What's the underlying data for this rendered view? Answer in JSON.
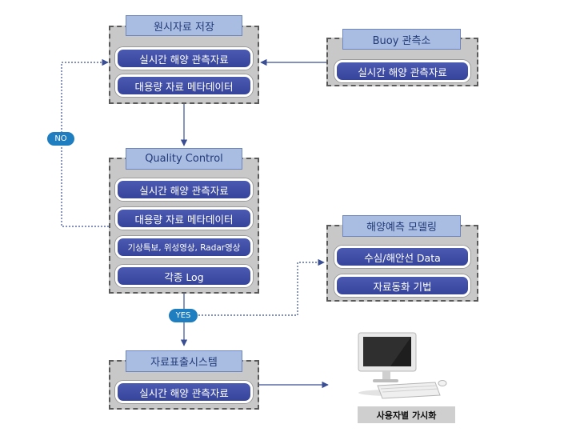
{
  "raw_storage": {
    "title": "원시자료 저장",
    "items": [
      "실시간 해양 관측자료",
      "대용량 자료 메타데이터"
    ]
  },
  "buoy": {
    "title": "Buoy 관측소",
    "items": [
      "실시간 해양 관측자료"
    ]
  },
  "quality_control": {
    "title": "Quality Control",
    "items": [
      "실시간 해양 관측자료",
      "대용량 자료 메타데이터",
      "기상특보, 위성영상, Radar영상",
      "각종 Log"
    ]
  },
  "modeling": {
    "title": "해양예측 모델링",
    "items": [
      "수심/해안선 Data",
      "자료동화 기법"
    ]
  },
  "output_system": {
    "title": "자료표출시스템",
    "items": [
      "실시간 해양 관측자료"
    ]
  },
  "labels": {
    "no": "NO",
    "yes": "YES",
    "user_visualization": "사용자별 가시화"
  },
  "colors": {
    "item_fill": "#3f4fa5",
    "header_fill": "#a9bde2",
    "group_fill": "#c8c8c8",
    "pill_fill": "#1e7ec0",
    "arrow": "#3a4f93"
  }
}
